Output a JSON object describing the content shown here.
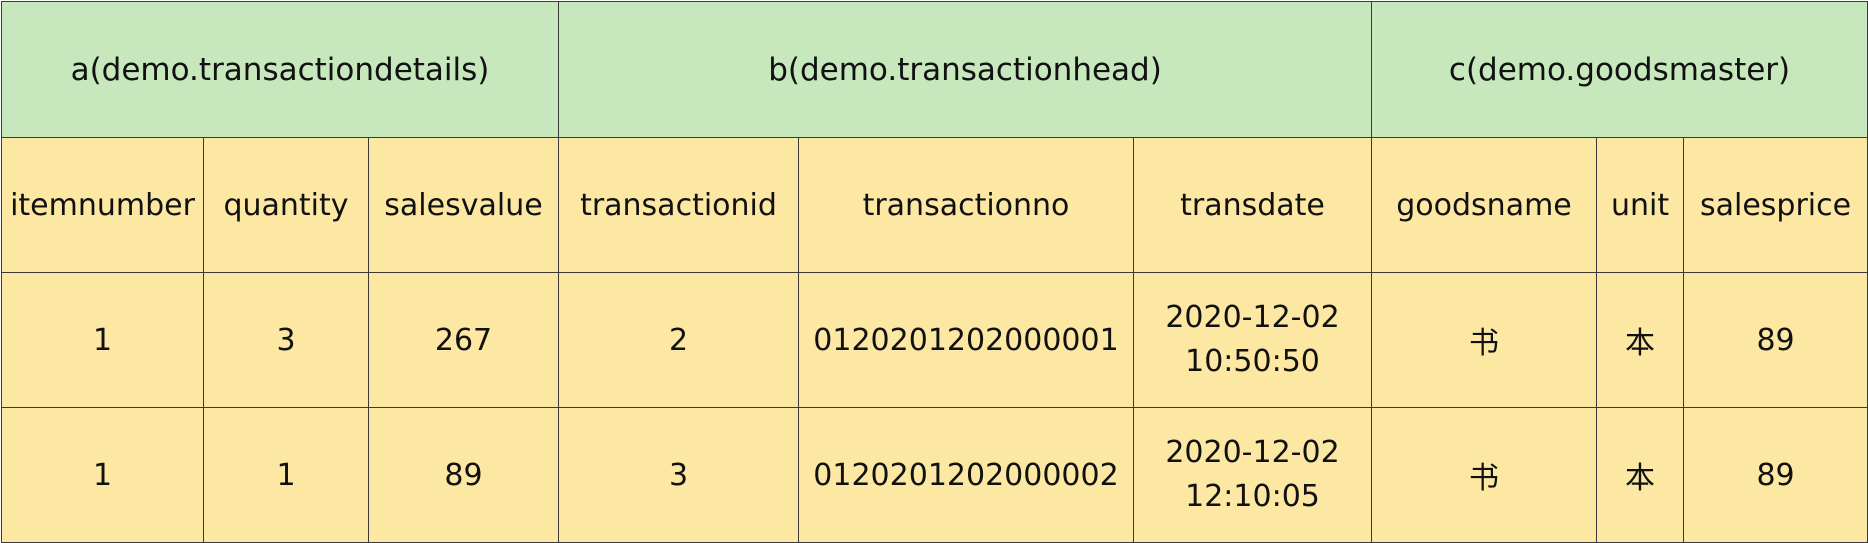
{
  "colors": {
    "group_header_bg": "#c7e7bd",
    "cell_bg": "#fce8a2",
    "border": "#3a3a3a",
    "text": "#111111"
  },
  "groups": [
    {
      "label": "a(demo.transactiondetails)",
      "span": 3
    },
    {
      "label": "b(demo.transactionhead)",
      "span": 3
    },
    {
      "label": "c(demo.goodsmaster)",
      "span": 3
    }
  ],
  "columns": [
    "itemnumber",
    "quantity",
    "salesvalue",
    "transactionid",
    "transactionno",
    "transdate",
    "goodsname",
    "unit",
    "salesprice"
  ],
  "rows": [
    {
      "itemnumber": "1",
      "quantity": "3",
      "salesvalue": "267",
      "transactionid": "2",
      "transactionno": "0120201202000001",
      "transdate_date": "2020-12-02",
      "transdate_time": "10:50:50",
      "goodsname": "书",
      "unit": "本",
      "salesprice": "89"
    },
    {
      "itemnumber": "1",
      "quantity": "1",
      "salesvalue": "89",
      "transactionid": "3",
      "transactionno": "0120201202000002",
      "transdate_date": "2020-12-02",
      "transdate_time": "12:10:05",
      "goodsname": "书",
      "unit": "本",
      "salesprice": "89"
    }
  ]
}
